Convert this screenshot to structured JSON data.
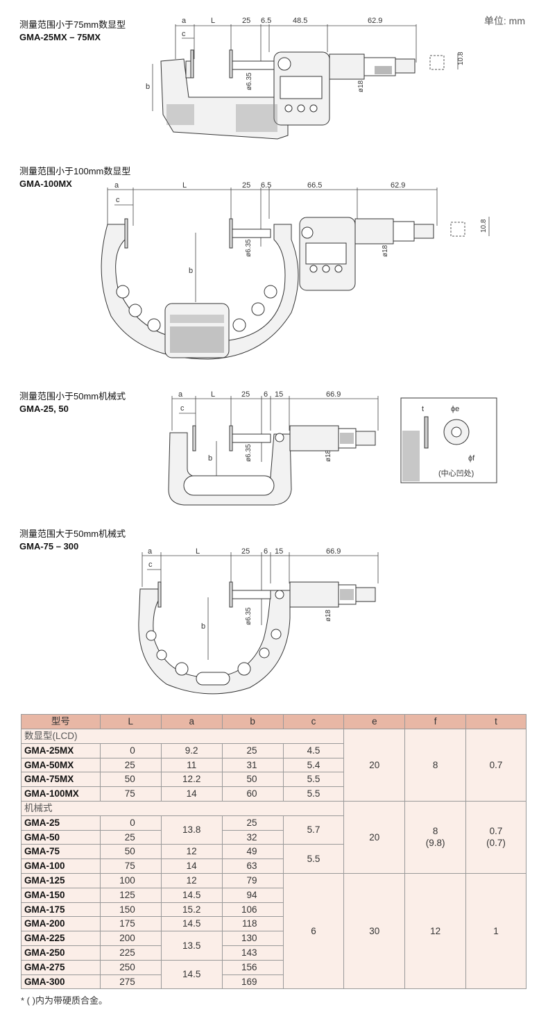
{
  "unit_label": "单位: mm",
  "sections": [
    {
      "title_cn": "测量范围小于75mm数显型",
      "title_model": "GMA-25MX – 75MX",
      "dims": {
        "a": "a",
        "c": "c",
        "L": "L",
        "d25": "25",
        "d65": "6.5",
        "d485": "48.5",
        "d629": "62.9",
        "d108": "10.8",
        "b": "b",
        "phi635": "ø6.35",
        "phi18": "ø18"
      }
    },
    {
      "title_cn": "测量范围小于100mm数显型",
      "title_model": "GMA-100MX",
      "dims": {
        "a": "a",
        "c": "c",
        "L": "L",
        "d25": "25",
        "d65": "6.5",
        "d665": "66.5",
        "d629": "62.9",
        "d108": "10.8",
        "b": "b",
        "phi635": "ø6.35",
        "phi18": "ø18"
      }
    },
    {
      "title_cn": "测量范围小于50mm机械式",
      "title_model": "GMA-25, 50",
      "dims": {
        "a": "a",
        "c": "c",
        "L": "L",
        "d25": "25",
        "d6": "6",
        "d15": "15",
        "d669": "66.9",
        "b": "b",
        "phi635": "ø6.35",
        "phi18": "ø18"
      },
      "detail": {
        "t": "t",
        "phie": "ϕe",
        "phif": "ϕf",
        "caption": "(中心凹处)"
      }
    },
    {
      "title_cn": "测量范围大于50mm机械式",
      "title_model": "GMA-75 – 300",
      "dims": {
        "a": "a",
        "c": "c",
        "L": "L",
        "d25": "25",
        "d6": "6",
        "d15": "15",
        "d669": "66.9",
        "b": "b",
        "phi635": "ø6.35",
        "phi18": "ø18"
      }
    }
  ],
  "table": {
    "headers": [
      "型号",
      "L",
      "a",
      "b",
      "c",
      "e",
      "f",
      "t"
    ],
    "group_digital": "数显型(LCD)",
    "group_mech": "机械式",
    "rows": [
      {
        "model": "GMA-25MX",
        "L": "0",
        "a": "9.2",
        "b": "25",
        "c": "4.5"
      },
      {
        "model": "GMA-50MX",
        "L": "25",
        "a": "11",
        "b": "31",
        "c": "5.4"
      },
      {
        "model": "GMA-75MX",
        "L": "50",
        "a": "12.2",
        "b": "50",
        "c": "5.5"
      },
      {
        "model": "GMA-100MX",
        "L": "75",
        "a": "14",
        "b": "60",
        "c": "5.5"
      },
      {
        "model": "GMA-25",
        "L": "0",
        "a": "13.8",
        "b": "25",
        "c": "5.7"
      },
      {
        "model": "GMA-50",
        "L": "25",
        "b": "32"
      },
      {
        "model": "GMA-75",
        "L": "50",
        "a": "12",
        "b": "49",
        "c": "5.5"
      },
      {
        "model": "GMA-100",
        "L": "75",
        "a": "14",
        "b": "63"
      },
      {
        "model": "GMA-125",
        "L": "100",
        "a": "12",
        "b": "79",
        "c": "6"
      },
      {
        "model": "GMA-150",
        "L": "125",
        "a": "14.5",
        "b": "94"
      },
      {
        "model": "GMA-175",
        "L": "150",
        "a": "15.2",
        "b": "106"
      },
      {
        "model": "GMA-200",
        "L": "175",
        "a": "14.5",
        "b": "118"
      },
      {
        "model": "GMA-225",
        "L": "200",
        "a": "13.5",
        "b": "130"
      },
      {
        "model": "GMA-250",
        "L": "225",
        "b": "143"
      },
      {
        "model": "GMA-275",
        "L": "250",
        "a": "14.5",
        "b": "156"
      },
      {
        "model": "GMA-300",
        "L": "275",
        "b": "169"
      }
    ],
    "efg": {
      "digital": {
        "e": "20",
        "f": "8",
        "t": "0.7"
      },
      "mech_small": {
        "e": "20",
        "f": "8",
        "f2": "(9.8)",
        "t": "0.7",
        "t2": "(0.7)"
      },
      "mech_large": {
        "e": "30",
        "f": "12",
        "t": "1"
      }
    }
  },
  "footnote": "* (  )内为带硬质合金。"
}
